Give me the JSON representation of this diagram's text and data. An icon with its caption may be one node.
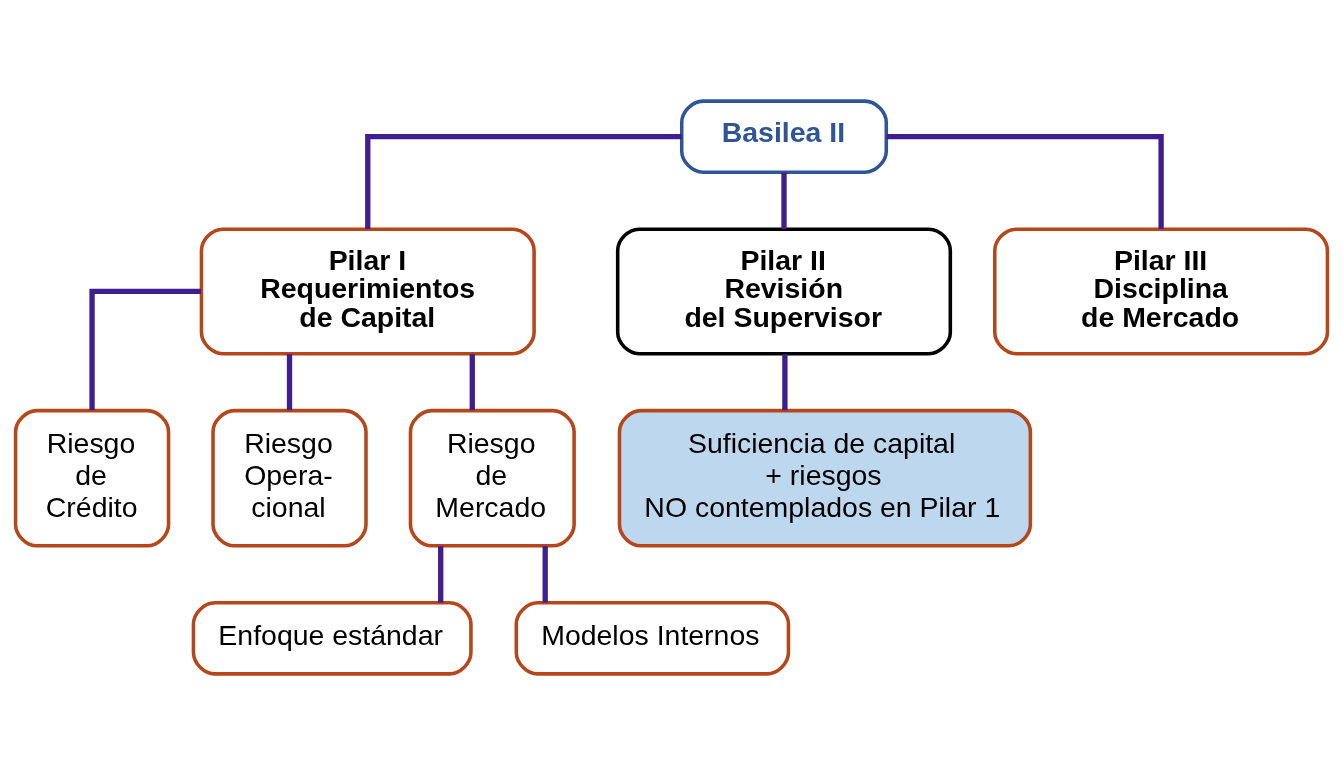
{
  "diagram": {
    "nodes": [
      {
        "text": [
          "Basilea II"
        ]
      },
      {
        "text": [
          "Pilar I",
          "Requerimientos de Capital"
        ]
      },
      {
        "text": [
          "Pilar II",
          "Revisión del Supervisor"
        ]
      },
      {
        "text": [
          "Pilar III",
          "Disciplina de Mercado"
        ]
      },
      {
        "text": [
          "Riesgo de Crédito"
        ]
      },
      {
        "text": [
          "Riesgo Opera- cional"
        ]
      },
      {
        "text": [
          "Riesgo de Mercado"
        ]
      },
      {
        "text": [
          "Suficiencia de capital + riesgos NO contemplados en Pilar 1"
        ]
      },
      {
        "text": [
          "Enfoque estándar"
        ]
      },
      {
        "text": [
          "Modelos Internos"
        ]
      }
    ],
    "edges": [
      {
        "from": 0,
        "to": 1,
        "arrow": "none"
      },
      {
        "from": 0,
        "to": 2,
        "arrow": "none"
      },
      {
        "from": 0,
        "to": 3,
        "arrow": "none"
      },
      {
        "from": 1,
        "to": 4,
        "arrow": "none"
      },
      {
        "from": 1,
        "to": 5,
        "arrow": "none"
      },
      {
        "from": 1,
        "to": 6,
        "arrow": "none"
      },
      {
        "from": 2,
        "to": 7,
        "arrow": "none"
      },
      {
        "from": 6,
        "to": 8,
        "arrow": "none"
      },
      {
        "from": 6,
        "to": 9,
        "arrow": "none"
      }
    ]
  }
}
